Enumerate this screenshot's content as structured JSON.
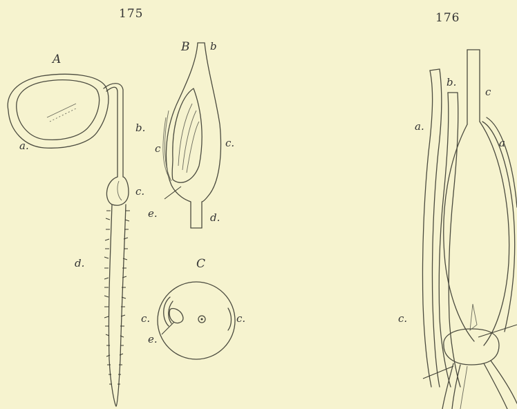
{
  "figures": [
    {
      "number": "175",
      "panels": {
        "A": {
          "title": "A",
          "labels": [
            "a.",
            "b.",
            "c.",
            "d."
          ]
        },
        "B": {
          "title": "B",
          "labels": [
            "b",
            "c",
            "c.",
            "e.",
            "d."
          ]
        },
        "C": {
          "title": "C",
          "labels": [
            "c.",
            "c.",
            "e."
          ]
        }
      }
    },
    {
      "number": "176",
      "labels": [
        "a.",
        "b.",
        "c",
        "a",
        "c."
      ]
    }
  ]
}
